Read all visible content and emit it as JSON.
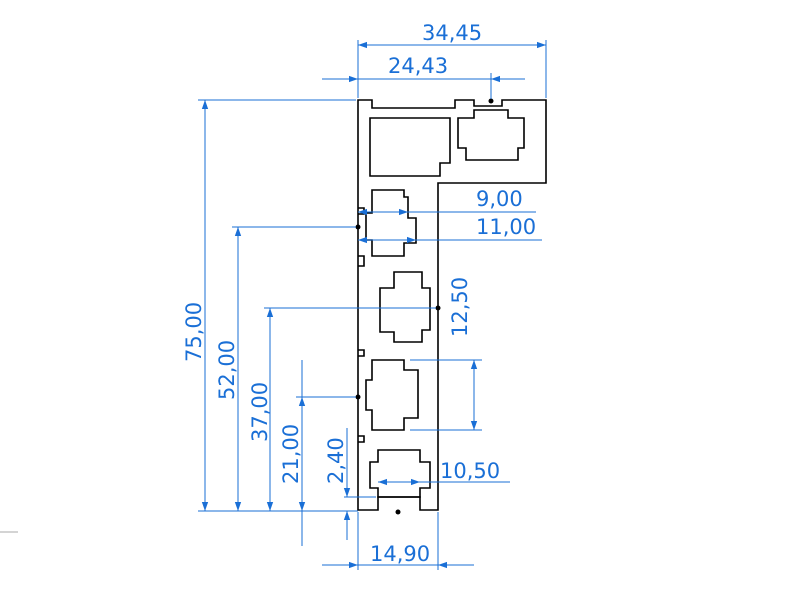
{
  "colors": {
    "dimension": "#1a6fd6",
    "profile": "#000000",
    "background": "#ffffff"
  },
  "dimensions": {
    "overall_width": "34,45",
    "upper_width": "24,43",
    "slot_depth_9": "9,00",
    "slot_depth_11": "11,00",
    "right_slot_height": "12,50",
    "bottom_slot_width": "10,50",
    "base_width": "14,90",
    "total_height": "75,00",
    "height_52": "52,00",
    "height_37": "37,00",
    "height_21": "21,00",
    "height_2_40": "2,40"
  }
}
